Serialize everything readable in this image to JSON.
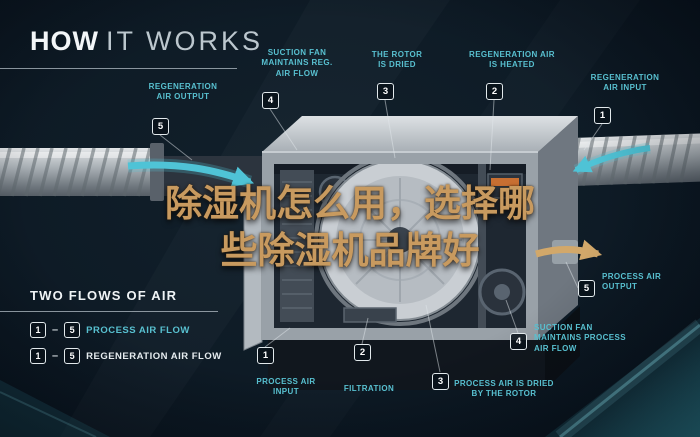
{
  "title": {
    "word_bold": "HOW",
    "word_light": "IT WORKS"
  },
  "overlay": {
    "line1": "除湿机怎么用，选择哪",
    "line2": "些除湿机品牌好"
  },
  "callouts": {
    "top": [
      {
        "num": "5",
        "label": "REGENERATION AIR OUTPUT"
      },
      {
        "num": "4",
        "label": "SUCTION FAN MAINTAINS REG. AIR FLOW"
      },
      {
        "num": "3",
        "label": "THE ROTOR IS DRIED"
      },
      {
        "num": "2",
        "label": "REGENERATION AIR IS HEATED"
      },
      {
        "num": "1",
        "label": "REGENERATION AIR INPUT"
      }
    ],
    "bottom": [
      {
        "num": "1",
        "label": "PROCESS AIR INPUT"
      },
      {
        "num": "2",
        "label": "FILTRATION"
      },
      {
        "num": "3",
        "label": "PROCESS AIR IS DRIED BY THE ROTOR"
      },
      {
        "num": "4",
        "label": "SUCTION FAN MAINTAINS PROCESS AIR FLOW"
      },
      {
        "num": "5",
        "label": "PROCESS AIR OUTPUT"
      }
    ]
  },
  "legend": {
    "heading": "TWO FLOWS OF AIR",
    "separator": "–",
    "rows": [
      {
        "from": "1",
        "to": "5",
        "label": "PROCESS AIR FLOW"
      },
      {
        "from": "1",
        "to": "5",
        "label": "REGENERATION AIR FLOW"
      }
    ]
  },
  "colors": {
    "accent_teal": "#4fc3d6",
    "gold": "#d2a86a",
    "text_gold": "#c89a5f",
    "background": "#0d1a24"
  }
}
